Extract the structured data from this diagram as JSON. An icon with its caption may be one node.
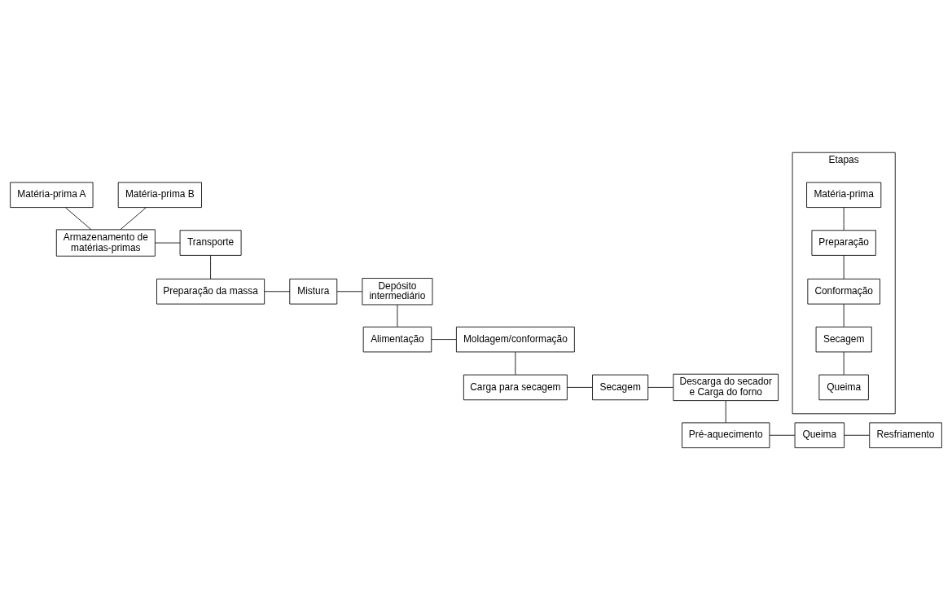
{
  "diagram": {
    "nodes": [
      {
        "text": [
          "Matéria-prima A"
        ]
      },
      {
        "text": [
          "Matéria-prima B"
        ]
      },
      {
        "text": [
          "Transporte"
        ]
      },
      {
        "text": [
          "Armazenamento de matérias-primas"
        ]
      },
      {
        "text": [
          "Preparação da massa"
        ]
      },
      {
        "text": [
          "Mistura"
        ]
      },
      {
        "text": [
          "Depósito intermediário"
        ]
      },
      {
        "text": [
          "Moldagem/conformação"
        ]
      },
      {
        "text": [
          "Alimentação"
        ]
      },
      {
        "text": [
          "Carga para secagem"
        ]
      },
      {
        "text": [
          "Secagem"
        ]
      },
      {
        "text": [
          "Descarga do secador e Carga do forno"
        ]
      },
      {
        "text": [
          "Pré-aquecimento"
        ]
      },
      {
        "text": [
          "Queima"
        ]
      },
      {
        "text": [
          "Resfriamento"
        ]
      },
      {
        "text": [
          "Etapas"
        ]
      },
      {
        "text": [
          "Matéria-prima"
        ],
        "in": 15
      },
      {
        "text": [
          "Preparação"
        ],
        "in": 15
      },
      {
        "text": [
          "Conformação"
        ],
        "in": 15
      },
      {
        "text": [
          "Secagem"
        ],
        "in": 15
      },
      {
        "text": [
          "Queima"
        ],
        "in": 15
      }
    ],
    "edges": [
      {
        "from": 0,
        "to": 3,
        "arrow": "none"
      },
      {
        "from": 1,
        "to": 3,
        "arrow": "none"
      },
      {
        "from": 3,
        "to": 2,
        "arrow": "none"
      },
      {
        "from": 2,
        "to": 4,
        "arrow": "none"
      },
      {
        "from": 4,
        "to": 5,
        "arrow": "none"
      },
      {
        "from": 5,
        "to": 6,
        "arrow": "none"
      },
      {
        "from": 6,
        "to": 8,
        "arrow": "none"
      },
      {
        "from": 8,
        "to": 7,
        "arrow": "none"
      },
      {
        "from": 7,
        "to": 9,
        "arrow": "none"
      },
      {
        "from": 9,
        "to": 10,
        "arrow": "none"
      },
      {
        "from": 10,
        "to": 11,
        "arrow": "none"
      },
      {
        "from": 11,
        "to": 12,
        "arrow": "none"
      },
      {
        "from": 12,
        "to": 13,
        "arrow": "none"
      },
      {
        "from": 13,
        "to": 14,
        "arrow": "none"
      },
      {
        "from": 16,
        "to": 17,
        "arrow": "none"
      },
      {
        "from": 17,
        "to": 18,
        "arrow": "none"
      },
      {
        "from": 18,
        "to": 19,
        "arrow": "none"
      },
      {
        "from": 19,
        "to": 20,
        "arrow": "none"
      }
    ]
  }
}
